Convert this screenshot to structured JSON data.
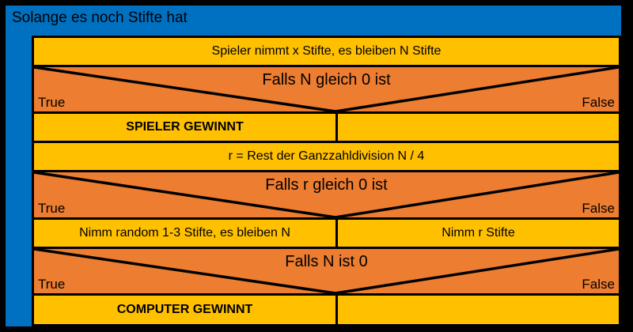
{
  "title": "Solange es noch Stifte hat",
  "colors": {
    "blue": "#0070C0",
    "orange": "#ED7D31",
    "yellow": "#FFC000",
    "line": "#000000"
  },
  "rows": [
    {
      "type": "process",
      "text": "Spieler nimmt x Stifte, es bleiben N Stifte"
    },
    {
      "type": "decision",
      "text": "Falls N gleich 0 ist",
      "true_label": "True",
      "false_label": "False"
    },
    {
      "type": "split",
      "left": "SPIELER GEWINNT",
      "right": ""
    },
    {
      "type": "process",
      "text": "r = Rest der Ganzzahldivision N / 4"
    },
    {
      "type": "decision",
      "text": "Falls r gleich 0 ist",
      "true_label": "True",
      "false_label": "False"
    },
    {
      "type": "split",
      "left": "Nimm random 1-3 Stifte, es bleiben N",
      "right": "Nimm r Stifte"
    },
    {
      "type": "decision",
      "text": "Falls N ist 0",
      "true_label": "True",
      "false_label": "False"
    },
    {
      "type": "split",
      "left": "COMPUTER GEWINNT",
      "right": ""
    }
  ]
}
